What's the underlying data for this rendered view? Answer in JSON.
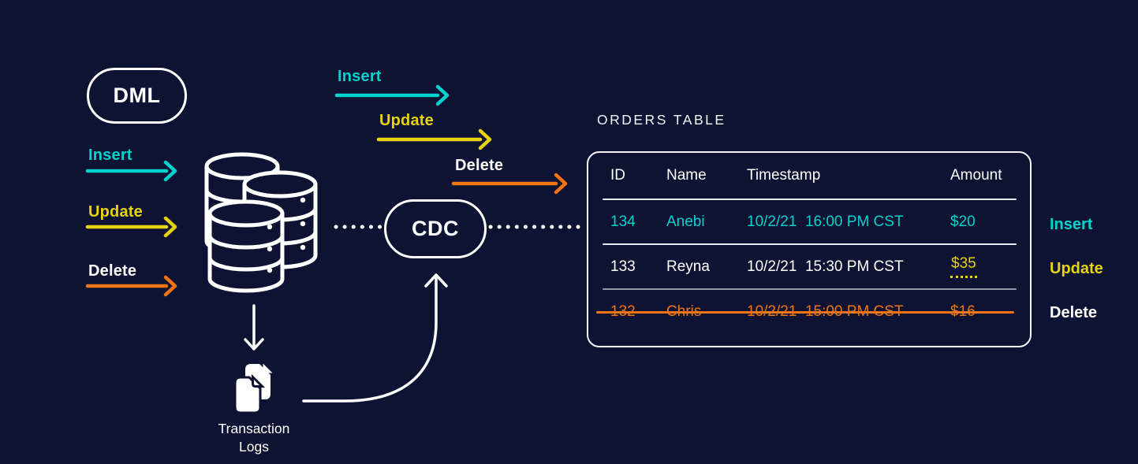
{
  "palette": {
    "background": "#0e1333",
    "cyan": "#00d3cd",
    "yellow": "#e7d30c",
    "orange": "#ee7414",
    "white": "#ffffff",
    "separator_gray": "#9298a8"
  },
  "dml_box": {
    "label": "DML"
  },
  "dml_operations": [
    {
      "label": "Insert",
      "color": "#00d3cd"
    },
    {
      "label": "Update",
      "color": "#e7d30c"
    },
    {
      "label": "Delete",
      "color": "#ee7414"
    }
  ],
  "stream_operations": [
    {
      "label": "Insert",
      "color": "#00d3cd"
    },
    {
      "label": "Update",
      "color": "#e7d30c"
    },
    {
      "label": "Delete",
      "color": "#ee7414"
    }
  ],
  "cdc_box": {
    "label": "CDC"
  },
  "orders_table": {
    "title": "ORDERS TABLE",
    "columns": [
      "ID",
      "Name",
      "Timestamp",
      "Amount"
    ],
    "rows": [
      {
        "id": "134",
        "name": "Anebi",
        "timestamp": "10/2/21  16:00 PM CST",
        "amount": "$20",
        "operation": "Insert"
      },
      {
        "id": "133",
        "name": "Reyna",
        "timestamp": "10/2/21  15:30 PM CST",
        "amount": "$35",
        "operation": "Update"
      },
      {
        "id": "132",
        "name": "Chris",
        "timestamp": "10/2/21  15:00 PM CST",
        "amount": "$16",
        "operation": "Delete"
      }
    ]
  },
  "row_markers": [
    {
      "label": "Insert"
    },
    {
      "label": "Update"
    },
    {
      "label": "Delete"
    }
  ],
  "transaction_logs": {
    "line1": "Transaction",
    "line2": "Logs"
  },
  "icons": {
    "database": "database-icon",
    "documents": "transaction-logs-icon",
    "arrows": [
      "insert-arrow",
      "update-arrow",
      "delete-arrow",
      "down-arrow",
      "curved-up-arrow"
    ],
    "dotted_links": [
      "db-to-cdc-dotted-link",
      "cdc-to-table-dotted-link"
    ]
  }
}
